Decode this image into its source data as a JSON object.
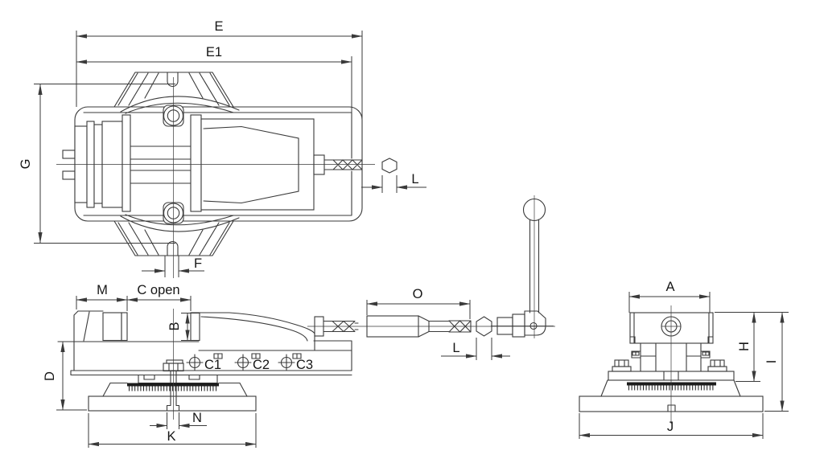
{
  "labels": {
    "top_view": {
      "E": "E",
      "E1": "E1",
      "G": "G",
      "F": "F",
      "L_hex": "L"
    },
    "side_view": {
      "M": "M",
      "C_open": "C open",
      "B": "B",
      "D": "D",
      "C1": "C1",
      "C2": "C2",
      "C3": "C3",
      "N": "N",
      "K": "K",
      "O": "O",
      "L_hex": "L"
    },
    "end_view": {
      "A": "A",
      "H": "H",
      "I": "I",
      "J": "J"
    }
  },
  "colors": {
    "line": "#3a3a3a",
    "text": "#161616",
    "background": "#ffffff",
    "scale_band": "#1c1c1c"
  }
}
